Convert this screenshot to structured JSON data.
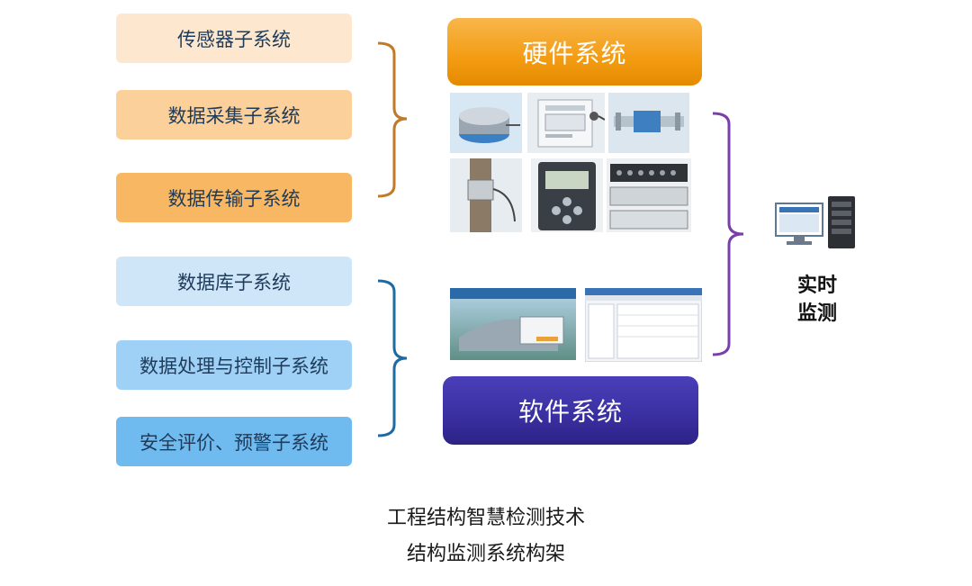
{
  "subsystems": [
    {
      "label": "传感器子系统",
      "color": "#fde8cf"
    },
    {
      "label": "数据采集子系统",
      "color": "#fbd09a"
    },
    {
      "label": "数据传输子系统",
      "color": "#f8b863"
    },
    {
      "label": "数据库子系统",
      "color": "#cfe6f8"
    },
    {
      "label": "数据处理与控制子系统",
      "color": "#9fd0f5"
    },
    {
      "label": "安全评价、预警子系统",
      "color": "#6fbbf0"
    }
  ],
  "hardware": {
    "label": "硬件系统",
    "color": "#f39c12"
  },
  "software": {
    "label": "软件系统",
    "color": "#3a2fa0"
  },
  "realtime_monitoring": "实时\n监测",
  "caption": {
    "line1": "工程结构智慧检测技术",
    "line2": "结构监测系统构架"
  },
  "colors": {
    "hardware_brace": "#c07a2a",
    "software_brace": "#1f6aa0",
    "right_brace": "#7a3fa8"
  }
}
